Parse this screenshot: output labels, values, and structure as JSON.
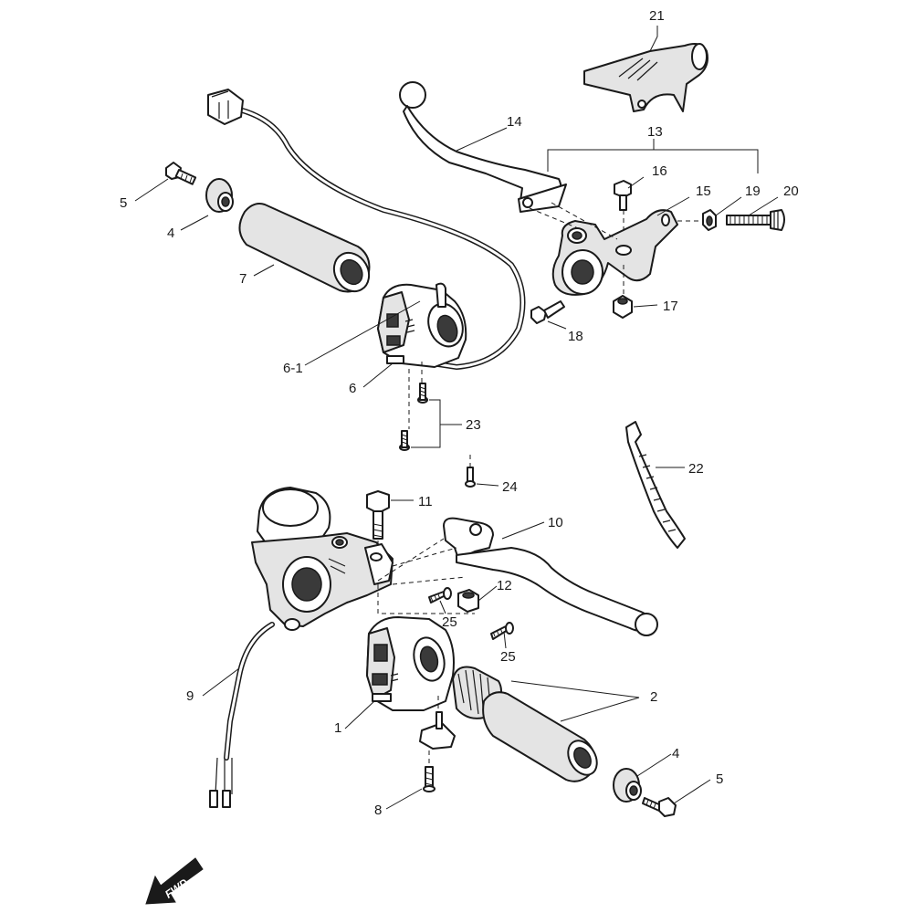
{
  "diagram": {
    "fwd_label": "FWD",
    "callouts": [
      {
        "id": "21",
        "text": "21"
      },
      {
        "id": "14",
        "text": "14"
      },
      {
        "id": "13",
        "text": "13"
      },
      {
        "id": "16",
        "text": "16"
      },
      {
        "id": "15",
        "text": "15"
      },
      {
        "id": "19",
        "text": "19"
      },
      {
        "id": "20",
        "text": "20"
      },
      {
        "id": "5-top",
        "text": "5"
      },
      {
        "id": "4-top",
        "text": "4"
      },
      {
        "id": "7",
        "text": "7"
      },
      {
        "id": "17",
        "text": "17"
      },
      {
        "id": "18",
        "text": "18"
      },
      {
        "id": "6-1",
        "text": "6-1"
      },
      {
        "id": "6",
        "text": "6"
      },
      {
        "id": "23",
        "text": "23"
      },
      {
        "id": "22",
        "text": "22"
      },
      {
        "id": "24",
        "text": "24"
      },
      {
        "id": "11",
        "text": "11"
      },
      {
        "id": "10",
        "text": "10"
      },
      {
        "id": "12",
        "text": "12"
      },
      {
        "id": "25-a",
        "text": "25"
      },
      {
        "id": "25-b",
        "text": "25"
      },
      {
        "id": "9",
        "text": "9"
      },
      {
        "id": "2",
        "text": "2"
      },
      {
        "id": "1",
        "text": "1"
      },
      {
        "id": "4-bottom",
        "text": "4"
      },
      {
        "id": "5-bottom",
        "text": "5"
      },
      {
        "id": "8",
        "text": "8"
      }
    ]
  }
}
